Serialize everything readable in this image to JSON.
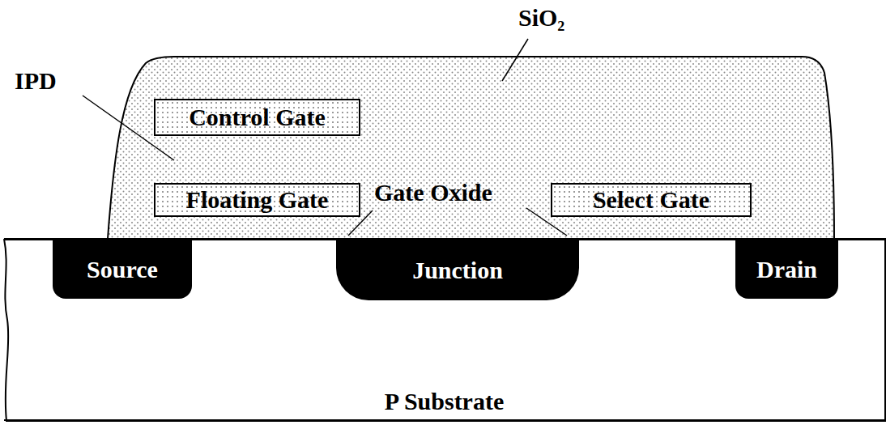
{
  "diagram": {
    "nodes": [
      {
        "text": [
          "Control Gate"
        ]
      },
      {
        "text": [
          "Floating Gate"
        ]
      },
      {
        "text": [
          "Select Gate"
        ]
      },
      {
        "text": [
          "P Substrate"
        ]
      },
      {
        "text": [
          "Source"
        ],
        "in": 3
      },
      {
        "text": [
          "Junction"
        ],
        "in": 3
      },
      {
        "text": [
          "Drain"
        ],
        "in": 3
      }
    ],
    "labels": [
      "SiO₂",
      "IPD",
      "Gate Oxide"
    ]
  }
}
